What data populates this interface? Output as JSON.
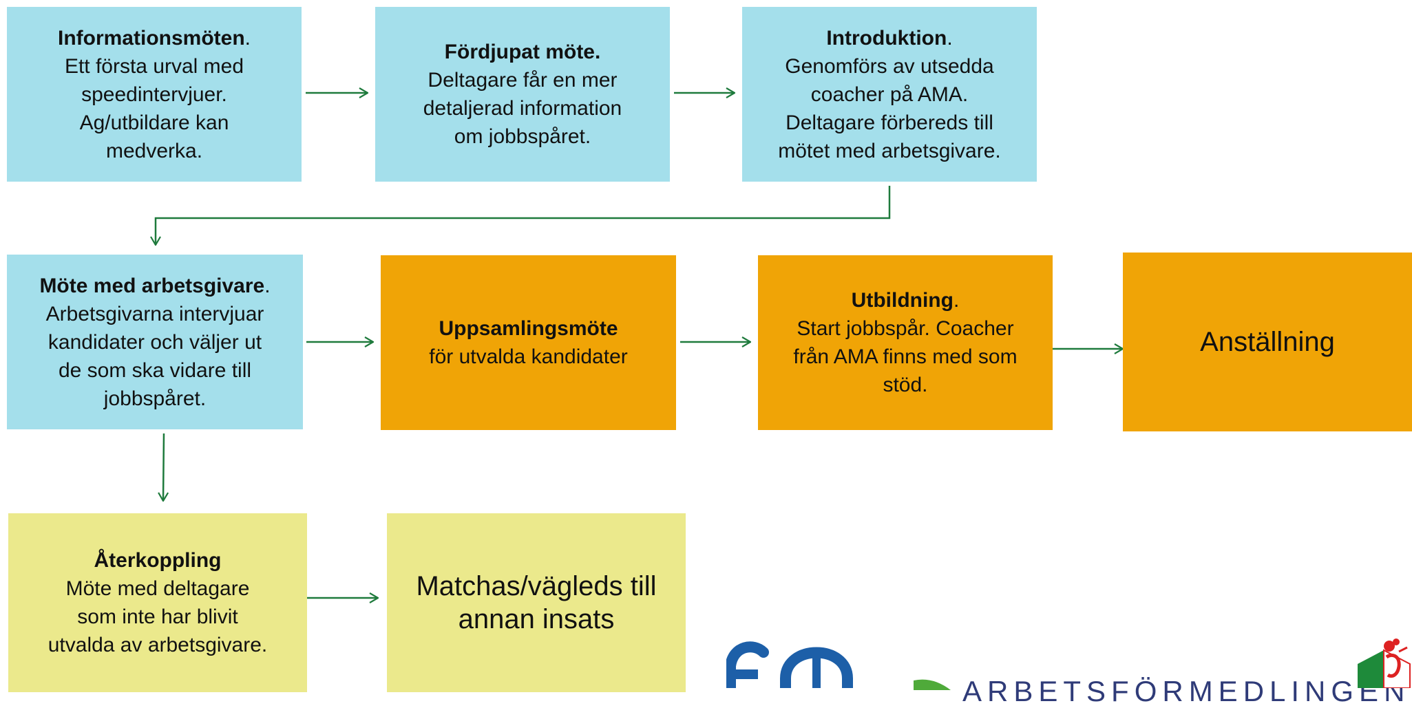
{
  "flow": {
    "informationsmoten": {
      "title": "Informationsmöten",
      "title_suffix": ".",
      "lines": [
        "Ett första urval med",
        "speedintervjuer.",
        "Ag/utbildare kan",
        "medverka."
      ]
    },
    "fordjupat_mote": {
      "title": "Fördjupat möte.",
      "lines": [
        "Deltagare får en mer",
        "detaljerad information",
        "om jobbspåret."
      ]
    },
    "introduktion": {
      "title": "Introduktion",
      "title_suffix": ".",
      "lines": [
        "Genomförs av utsedda",
        "coacher på AMA.",
        "Deltagare förbereds till",
        "mötet med arbetsgivare."
      ]
    },
    "mote_med_arbetsgivare": {
      "title": "Möte med arbetsgivare",
      "title_suffix": ".",
      "lines": [
        "Arbetsgivarna intervjuar",
        "kandidater och väljer ut",
        "de som ska vidare till",
        "jobbspåret."
      ]
    },
    "uppsamlingsmote": {
      "title": "Uppsamlingsmöte",
      "lines": [
        "för utvalda kandidater"
      ]
    },
    "utbildning": {
      "title": "Utbildning",
      "title_suffix": ".",
      "lines": [
        "Start jobbspår. Coacher",
        "från AMA finns med som",
        "stöd."
      ]
    },
    "anstallning": {
      "label": "Anställning"
    },
    "aterkoppling": {
      "title": "Återkoppling",
      "lines": [
        "Möte med deltagare",
        "som inte har blivit",
        "utvalda av arbetsgivare."
      ]
    },
    "matchas": {
      "lines": [
        "Matchas/vägleds till",
        "annan insats"
      ]
    }
  },
  "logos": {
    "af_wordmark": "ARBETSFÖRMEDLINGEN"
  },
  "colors": {
    "blue": "#a4dfeb",
    "orange": "#f0a406",
    "yellow": "#ebe98c",
    "arrow": "#1e7a3c"
  }
}
